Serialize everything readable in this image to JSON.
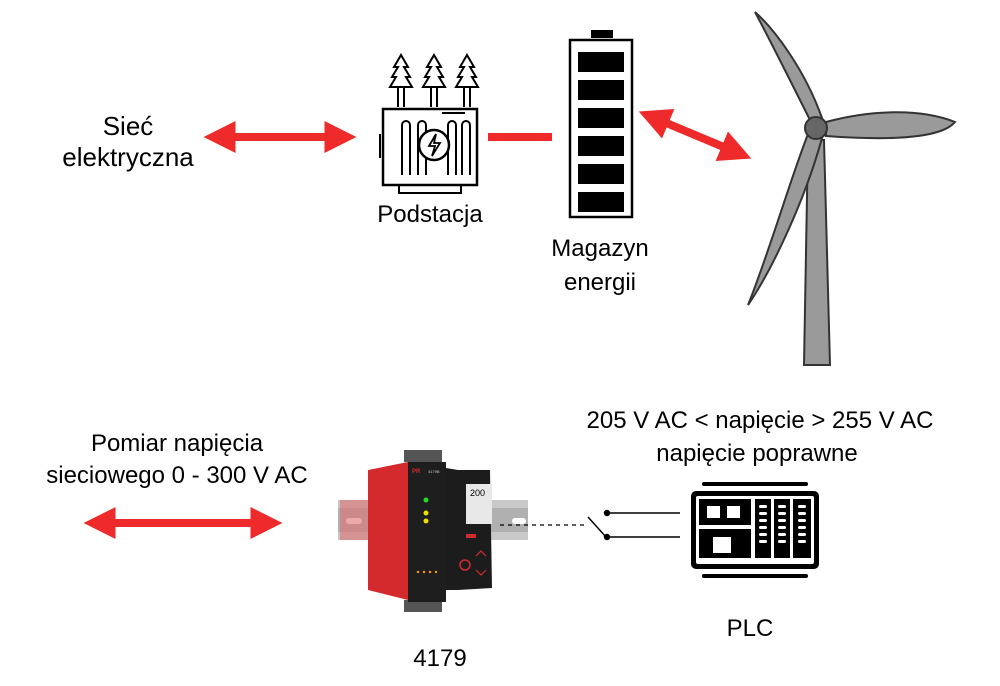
{
  "labels": {
    "grid_line1": "Sieć",
    "grid_line2": "elektryczna",
    "substation": "Podstacja",
    "storage_line1": "Magazyn",
    "storage_line2": "energii",
    "measure_line1": "Pomiar napięcia",
    "measure_line2": "sieciowego 0 - 300 V AC",
    "condition_line1": "205 V AC < napięcie > 255 V AC",
    "condition_line2": "napięcie poprawne",
    "plc": "PLC",
    "device": "4179",
    "device_brand": "PR",
    "device_model": "4179B",
    "display_value": "200"
  },
  "colors": {
    "arrow": "#ee2a2a",
    "device_red": "#d42a2e",
    "turbine": "#9a9a9a"
  }
}
